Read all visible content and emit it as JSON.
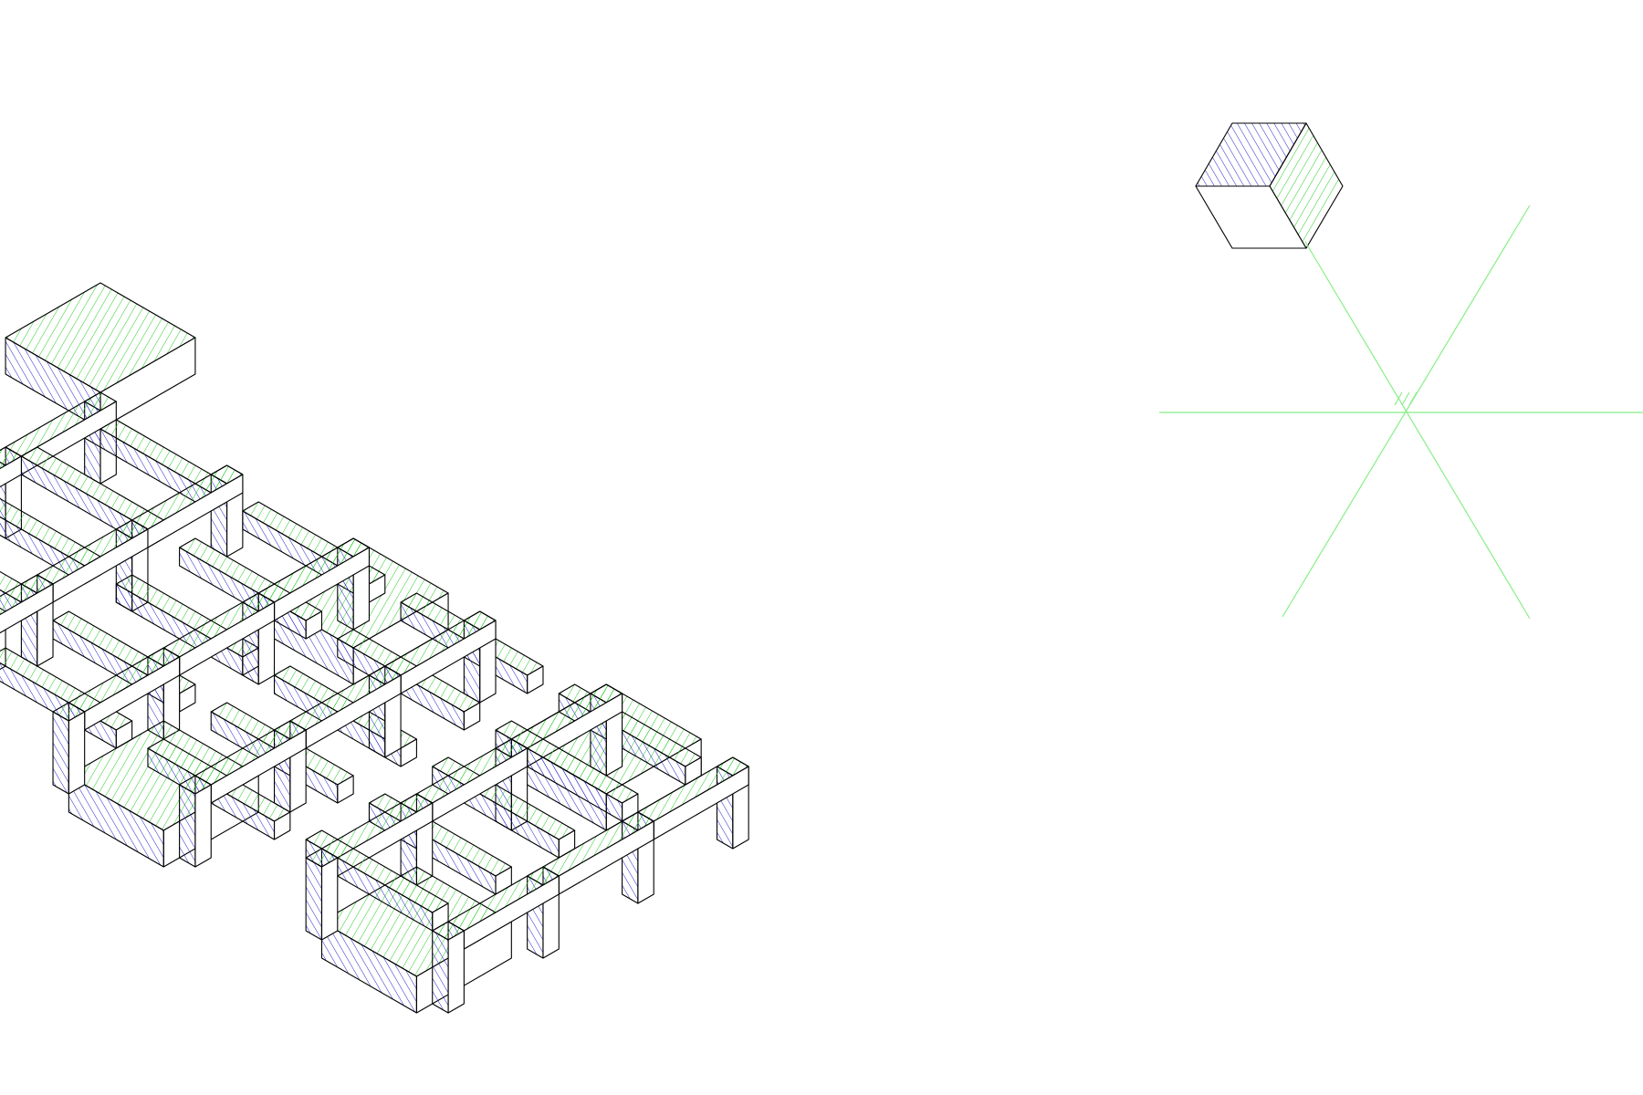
{
  "drawing": {
    "kind": "isometric-lattice-line-art",
    "colors": {
      "background": "#ffffff",
      "outline": "#000000",
      "top_face_hatch": "#00cc00",
      "side_face_hatch": "#0000cc",
      "guide_lines": "#88ee88"
    },
    "legend_cube": {
      "faces": [
        "top-face-hatch-blue",
        "right-face-hatch-green",
        "left-face-blank"
      ]
    },
    "axis_guide": {
      "directions": [
        "horizontal",
        "diagonal-60",
        "diagonal-120"
      ]
    }
  }
}
